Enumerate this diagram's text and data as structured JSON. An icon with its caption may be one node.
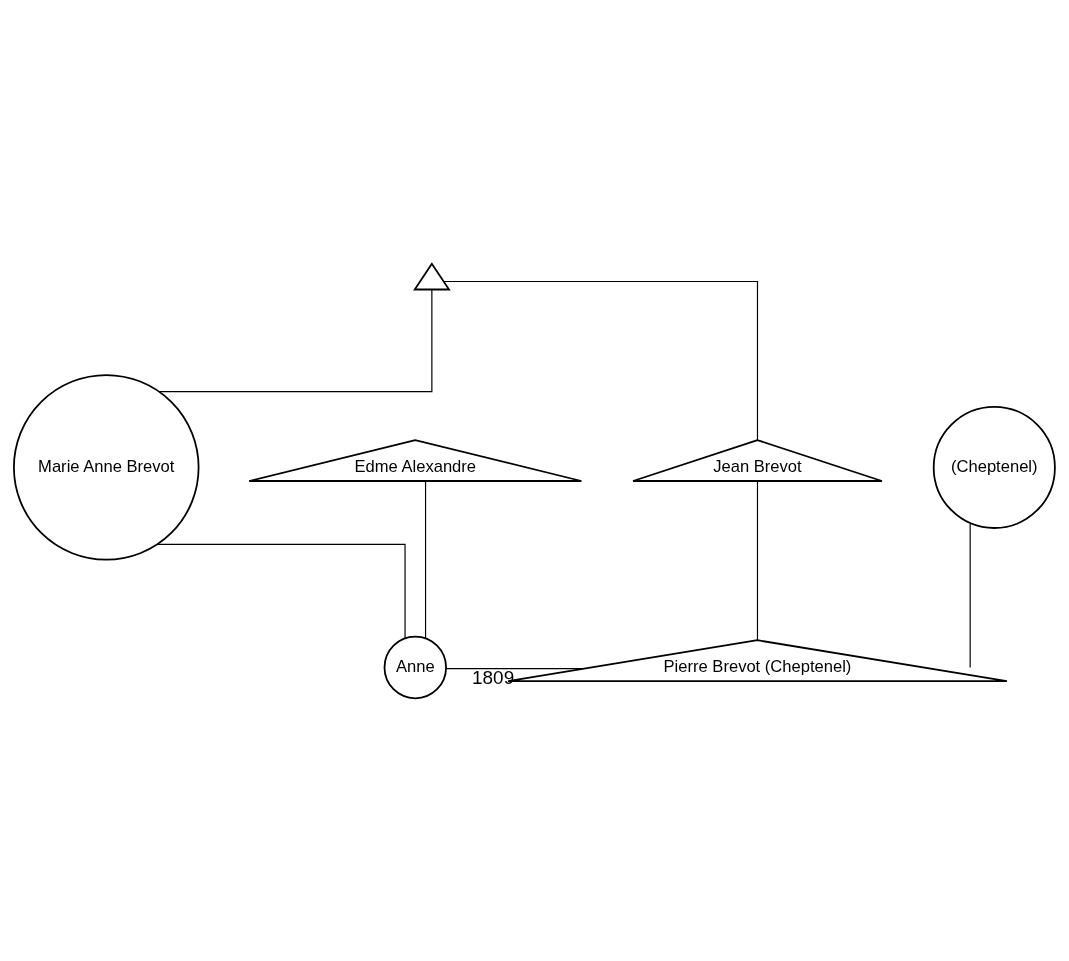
{
  "diagram": {
    "nodes": [
      {
        "text": [],
        "shape": "triangle"
      },
      {
        "text": [
          "Edme Alexandre"
        ]
      },
      {
        "text": [
          "Marie Anne Brevot"
        ]
      },
      {
        "text": [
          "Jean Brevot"
        ]
      },
      {
        "text": [
          "(Cheptenel)"
        ]
      },
      {
        "text": [
          "Anne"
        ]
      },
      {
        "text": [
          "Pierre Brevot (Cheptenel)"
        ]
      }
    ],
    "edges": [
      {
        "from": 0,
        "to": 2,
        "arrow": "none"
      },
      {
        "from": 0,
        "to": 3,
        "arrow": "none"
      },
      {
        "from": 1,
        "to": 5,
        "arrow": "none"
      },
      {
        "from": 2,
        "to": 5,
        "arrow": "none"
      },
      {
        "from": 3,
        "to": 6,
        "arrow": "none"
      },
      {
        "from": 4,
        "to": 6,
        "arrow": "none"
      },
      {
        "from": 5,
        "to": 6,
        "label": "1809",
        "arrow": "none"
      }
    ]
  }
}
